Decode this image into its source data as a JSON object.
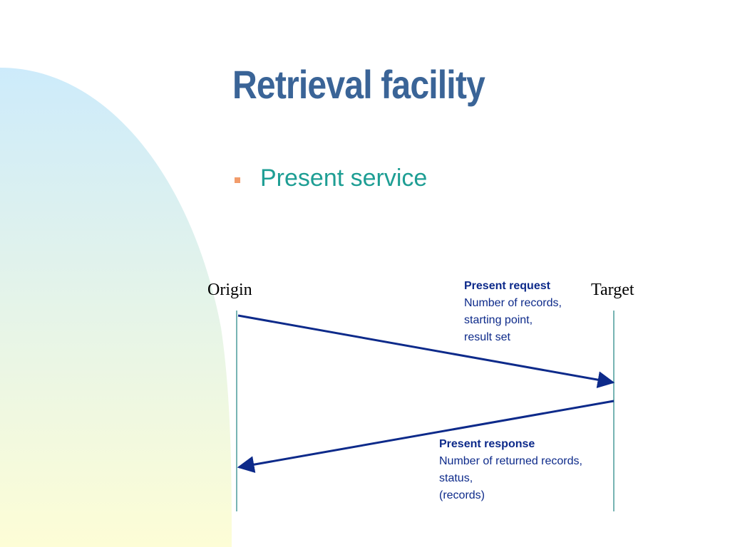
{
  "slide": {
    "title": "Retrieval facility",
    "bullet": "Present service"
  },
  "colors": {
    "title": "#3A6497",
    "bullet_text": "#1E9E94",
    "bullet_marker": "#F29C6B",
    "lifeline": "#4A9C9A",
    "arrow": "#0D2A8A",
    "message_text": "#0D2A8A",
    "background_gradient_top": "#CDEBFB",
    "background_gradient_bottom": "#FDFDD6"
  },
  "diagram": {
    "lifelines": {
      "origin": "Origin",
      "target": "Target"
    },
    "messages": {
      "request": {
        "title": "Present request",
        "lines": [
          "Number of records,",
          "starting point,",
          "result set"
        ]
      },
      "response": {
        "title": "Present response",
        "lines": [
          "Number of returned records,",
          "status,",
          "(records)"
        ]
      }
    }
  }
}
